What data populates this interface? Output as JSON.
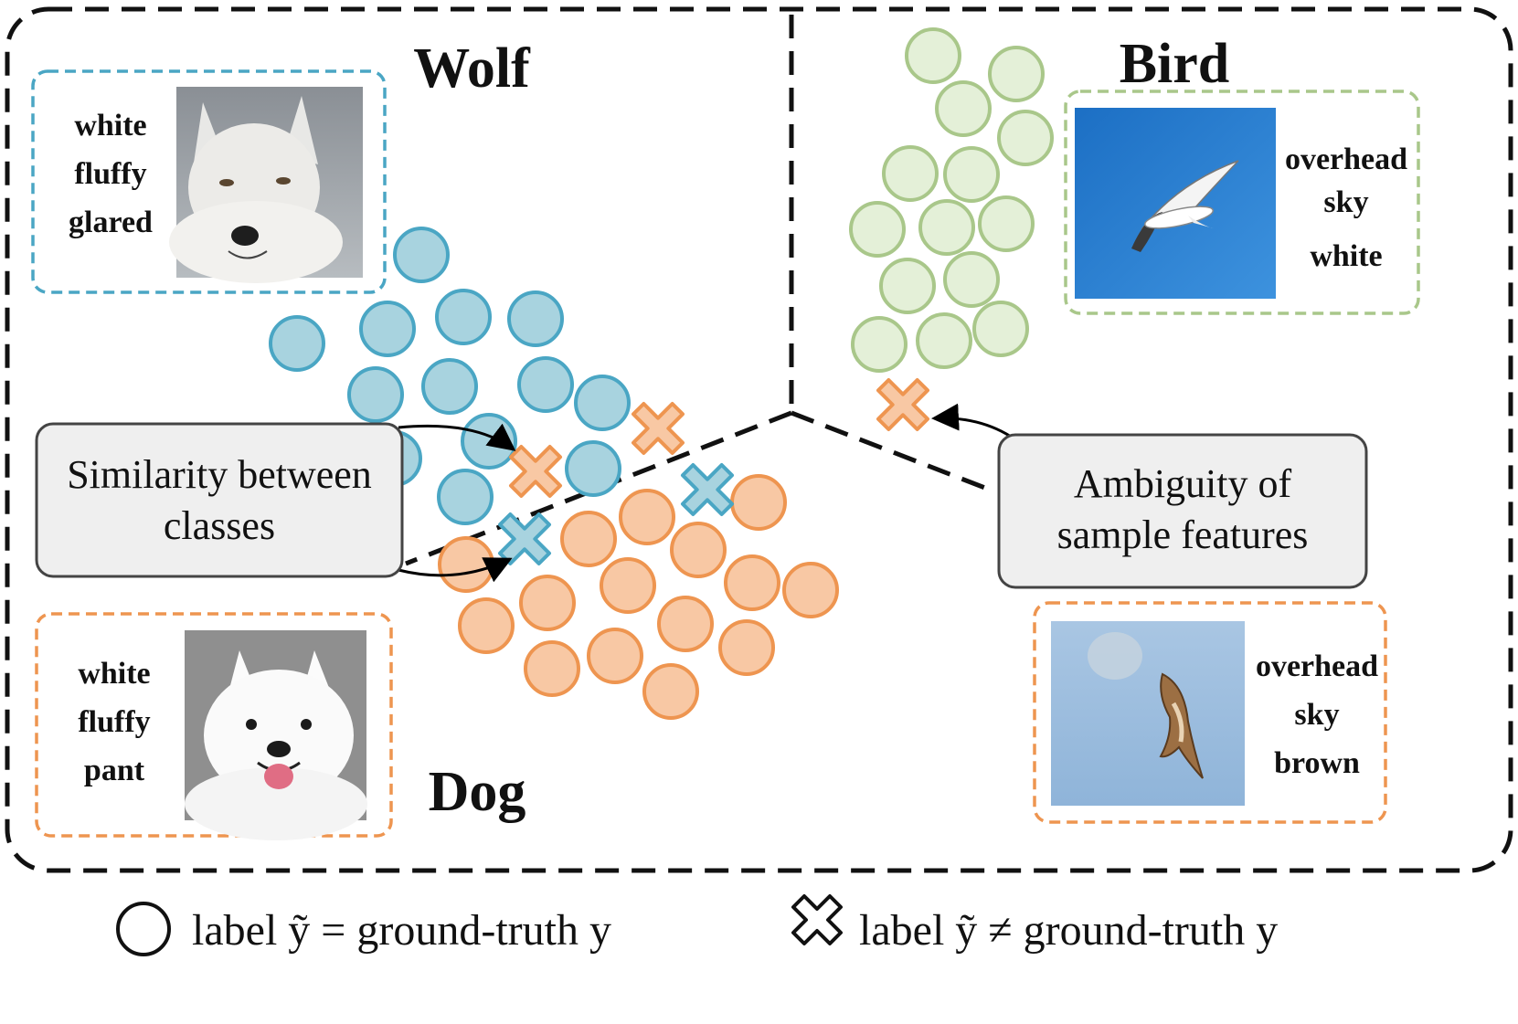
{
  "colors": {
    "wolf_stroke": "#4aa6c4",
    "wolf_fill": "#a8d3df",
    "dog_stroke": "#ee9550",
    "dog_fill": "#f8c8a4",
    "bird_stroke": "#a9c78a",
    "bird_fill": "#e4f0d8",
    "callout_fill": "#efefef",
    "callout_stroke": "#444444"
  },
  "classes": {
    "wolf": {
      "title": "Wolf",
      "attributes": [
        "white",
        "fluffy",
        "glared"
      ],
      "image": "wolf-photo"
    },
    "dog": {
      "title": "Dog",
      "attributes": [
        "white",
        "fluffy",
        "pant"
      ],
      "image": "samoyed-photo"
    },
    "bird": {
      "title": "Bird",
      "attributes": [
        "overhead",
        "sky",
        "white"
      ],
      "image": "seagull-photo"
    },
    "ambiguous_sample": {
      "attributes": [
        "overhead",
        "sky",
        "brown"
      ],
      "image": "dog-jumping-sky-photo"
    }
  },
  "callouts": {
    "similarity": [
      "Similarity between",
      "classes"
    ],
    "ambiguity": [
      "Ambiguity of",
      "sample features"
    ]
  },
  "legend": {
    "correct": "label ỹ = ground-truth y",
    "noisy": "label ỹ ≠ ground-truth y"
  },
  "icons": {
    "correct": "circle-icon",
    "noisy": "cross-icon"
  }
}
